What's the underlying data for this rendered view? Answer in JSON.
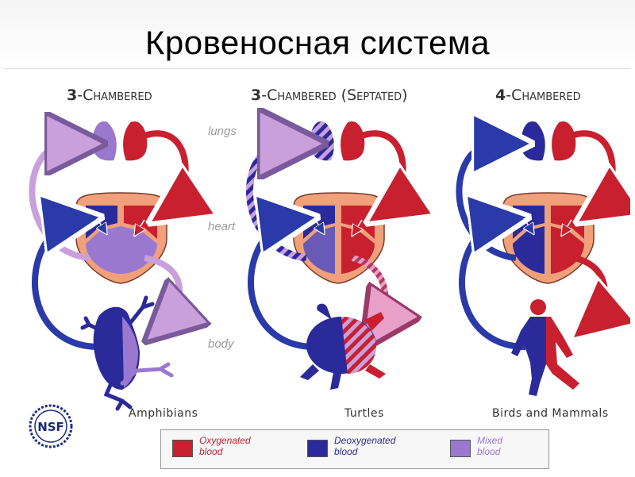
{
  "slide": {
    "title": "Кровеносная система"
  },
  "columns": [
    {
      "number": "3",
      "title": "-Chambered",
      "group_label": "Amphibians"
    },
    {
      "number": "3",
      "title": "-Chambered (Septated)",
      "group_label": "Turtles"
    },
    {
      "number": "4",
      "title": "-Chambered",
      "group_label": "Birds and Mammals"
    }
  ],
  "row_labels": {
    "lungs": "lungs",
    "heart": "heart",
    "body": "body"
  },
  "legend": {
    "oxygenated": {
      "line1": "Oxygenated",
      "line2": "blood",
      "color": "#c8202f"
    },
    "deoxygenated": {
      "line1": "Deoxygenated",
      "line2": "blood",
      "color": "#2a2a9a"
    },
    "mixed": {
      "line1": "Mixed",
      "line2": "blood",
      "color": "#9a78d0"
    }
  },
  "logo": {
    "text": "NSF"
  },
  "colors": {
    "heart_outline": "#f0a07a",
    "light_purple": "#c9a0dc"
  }
}
